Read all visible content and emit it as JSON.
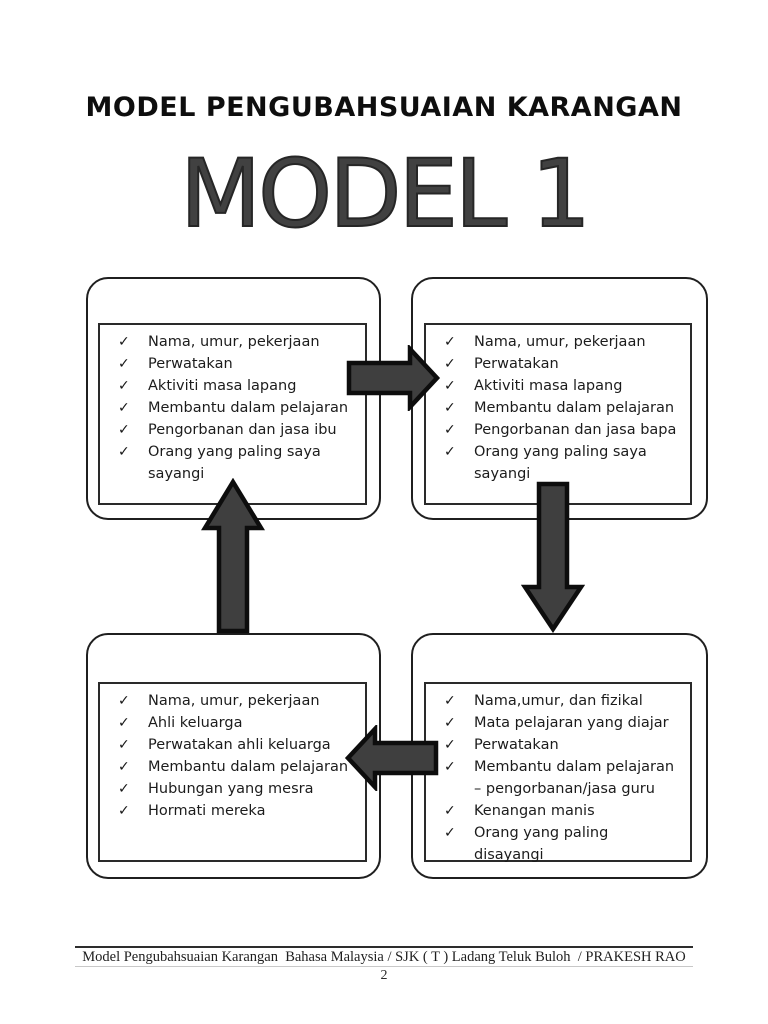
{
  "page": {
    "heading": "MODEL PENGUBAHSUAIAN KARANGAN",
    "model_title": "MODEL 1",
    "page_number": "2"
  },
  "icons": {
    "check": "✓"
  },
  "colors": {
    "arrow_fill": "#3f3f3f",
    "arrow_stroke": "#0d0d0d",
    "box_border": "#1f1f1f",
    "text": "#1c1c1c"
  },
  "diagram": {
    "boxes": [
      {
        "position": "top-left",
        "items": [
          "Nama, umur, pekerjaan",
          "Perwatakan",
          "Aktiviti masa lapang",
          "Membantu dalam pelajaran",
          "Pengorbanan dan jasa ibu",
          "Orang yang paling saya sayangi"
        ]
      },
      {
        "position": "top-right",
        "items": [
          "Nama, umur, pekerjaan",
          "Perwatakan",
          "Aktiviti masa lapang",
          "Membantu dalam pelajaran",
          "Pengorbanan dan jasa bapa",
          "Orang yang paling saya sayangi"
        ]
      },
      {
        "position": "bottom-left",
        "items": [
          "Nama, umur, pekerjaan",
          "Ahli keluarga",
          "Perwatakan ahli keluarga",
          "Membantu dalam pelajaran",
          "Hubungan yang mesra",
          "Hormati mereka"
        ]
      },
      {
        "position": "bottom-right",
        "items": [
          "Nama,umur, dan fizikal",
          "Mata pelajaran yang diajar",
          "Perwatakan",
          "Membantu dalam pelajaran – pengorbanan/jasa guru",
          "Kenangan manis",
          "Orang yang paling disayangi"
        ]
      }
    ],
    "arrows": [
      {
        "name": "top-left-to-top-right",
        "direction": "right"
      },
      {
        "name": "top-right-to-bottom-right",
        "direction": "down"
      },
      {
        "name": "bottom-right-to-bottom-left",
        "direction": "left"
      },
      {
        "name": "bottom-left-to-top-left",
        "direction": "up"
      }
    ]
  },
  "footer": {
    "text": "Model Pengubahsuaian Karangan  Bahasa Malaysia / SJK ( T ) Ladang Teluk Buloh  / PRAKESH RAO"
  }
}
